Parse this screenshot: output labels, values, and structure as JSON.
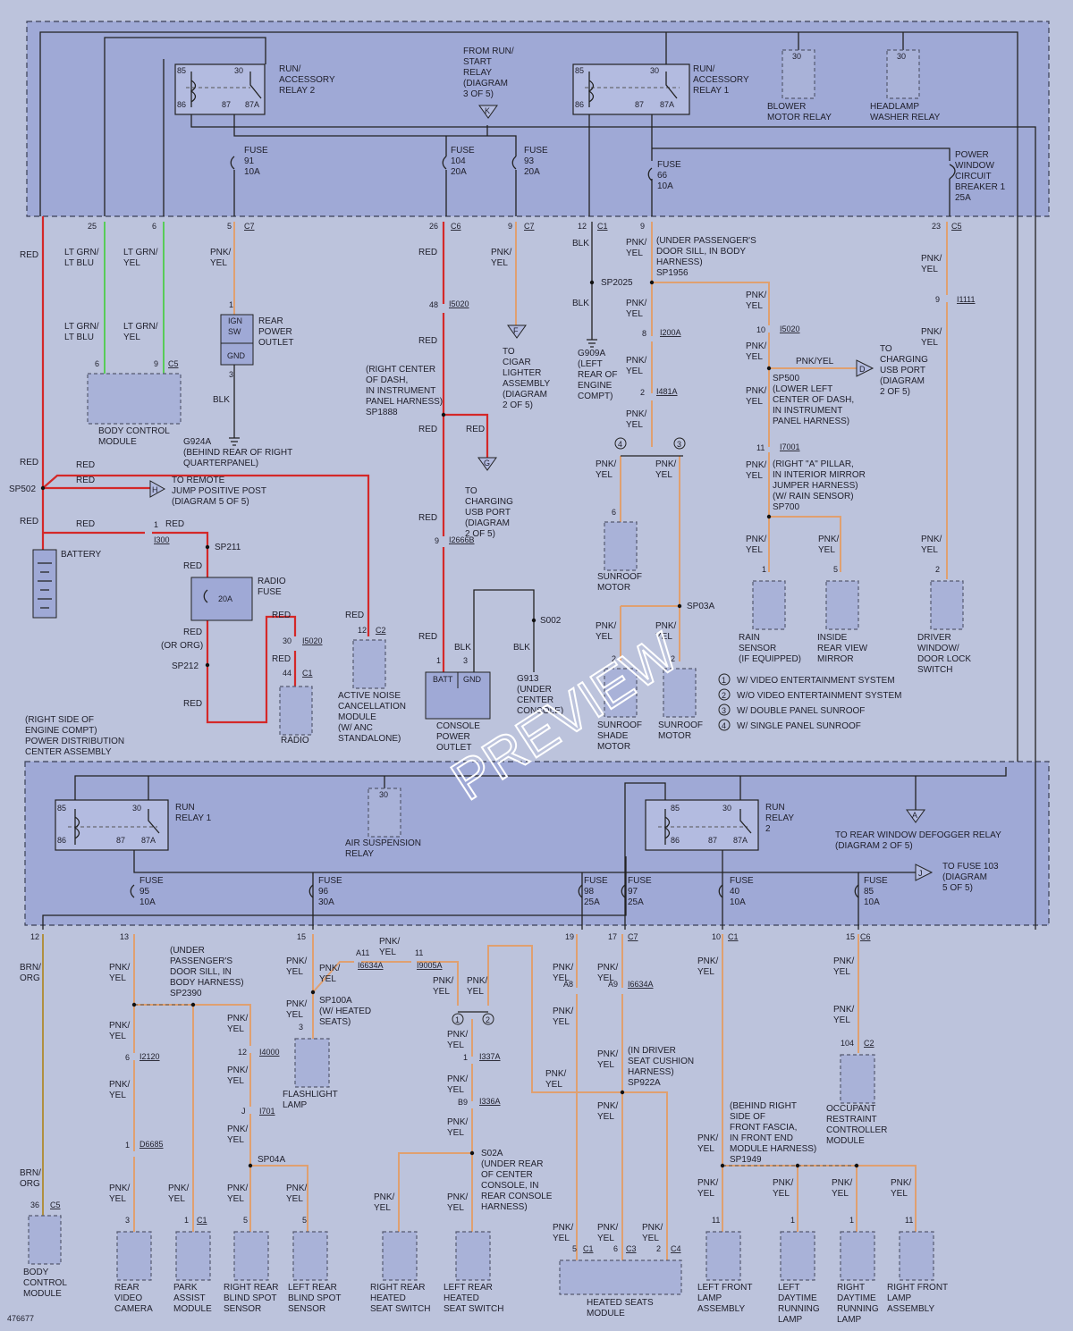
{
  "diagram_id": "476677",
  "watermark": "PREVIEW",
  "top_panel": {
    "relay2": {
      "label": "RUN/\nACCESSORY\nRELAY 2",
      "pins": [
        "85",
        "30",
        "86",
        "87",
        "87A"
      ]
    },
    "relay1": {
      "label": "RUN/\nACCESSORY\nRELAY 1",
      "pins": [
        "85",
        "30",
        "86",
        "87",
        "87A"
      ]
    },
    "from_run_start": "FROM RUN/\nSTART\nRELAY\n(DIAGRAM\n3 OF 5)",
    "from_run_start_flag": "K",
    "blower": {
      "pin": "30",
      "label": "BLOWER\nMOTOR RELAY"
    },
    "headlamp": {
      "pin": "30",
      "label": "HEADLAMP\nWASHER RELAY"
    },
    "fuse91": "FUSE\n91\n10A",
    "fuse104": "FUSE\n104\n20A",
    "fuse93": "FUSE\n93\n20A",
    "fuse66": "FUSE\n66\n10A",
    "breaker": "POWER\nWINDOW\nCIRCUIT\nBREAKER 1\n25A"
  },
  "connectors_top": [
    {
      "pin": "25",
      "conn": ""
    },
    {
      "pin": "6",
      "conn": ""
    },
    {
      "pin": "5",
      "conn": "C7"
    },
    {
      "pin": "26",
      "conn": "C6"
    },
    {
      "pin": "9",
      "conn": "C7"
    },
    {
      "pin": "12",
      "conn": "C1"
    },
    {
      "pin": "9",
      "conn": ""
    },
    {
      "pin": "23",
      "conn": "C5"
    }
  ],
  "middle": {
    "red_top": "RED",
    "ltgrn_ltblu": "LT GRN/\nLT BLU",
    "ltgrn_yel": "LT GRN/\nYEL",
    "pnk_yel": "PNK/\nYEL",
    "red": "RED",
    "blk": "BLK",
    "rear_power_outlet": "REAR\nPOWER\nOUTLET",
    "ign_sw": "IGN\nSW",
    "gnd": "GND",
    "pin1": "1",
    "pin3": "3",
    "g924a": "G924A\n(BEHIND REAR OF RIGHT\nQUARTERPANEL)",
    "bcm_pins": [
      "6",
      "9",
      "C5"
    ],
    "bcm_label": "BODY CONTROL\nMODULE",
    "sp502": "SP502",
    "to_remote": "TO REMOTE\nJUMP POSITIVE POST\n(DIAGRAM 5 OF 5)",
    "to_remote_flag": "H",
    "battery": "BATTERY",
    "i300": "I300",
    "sp211": "SP211",
    "radio_fuse": "RADIO\nFUSE",
    "radio_fuse_val": "20A",
    "or_org": "(OR ORG)",
    "sp212": "SP212",
    "i5020_radio": "I5020",
    "radio_pin30": "30",
    "radio_pin44": "44",
    "radio_c1": "C1",
    "radio": "RADIO",
    "anc_pin": "12",
    "anc_conn": "C2",
    "anc_label": "ACTIVE NOISE\nCANCELLATION\nMODULE\n(W/ ANC\nSTANDALONE)",
    "pdc_label": "(RIGHT SIDE OF\nENGINE COMPT)\nPOWER DISTRIBUTION\nCENTER ASSEMBLY",
    "i5020_48": "48",
    "i5020": "I5020",
    "sp1888": "(RIGHT CENTER\nOF DASH,\nIN INSTRUMENT\nPANEL HARNESS)\nSP1888",
    "to_usb_g": "TO\nCHARGING\nUSB PORT\n(DIAGRAM\n2 OF 5)",
    "flag_g": "G",
    "i2666b_pin": "9",
    "i2666b": "I2666B",
    "to_cigar": "TO\nCIGAR\nLIGHTER\nASSEMBLY\n(DIAGRAM\n2 OF 5)",
    "flag_f": "F",
    "s002": "S002",
    "g913": "G913\n(UNDER\nCENTER\nCONSOLE)",
    "console_pins": [
      "1",
      "3"
    ],
    "console_batt": "BATT",
    "console_gnd": "GND",
    "console_label": "CONSOLE\nPOWER\nOUTLET",
    "sp2025": "SP2025",
    "g909a": "G909A\n(LEFT\nREAR OF\nENGINE\nCOMPT)",
    "sp1956": "(UNDER PASSENGER'S\nDOOR SILL, IN BODY\nHARNESS)\nSP1956",
    "i200a_pin": "8",
    "i200a": "I200A",
    "i481a_pin": "2",
    "i481a": "I481A",
    "option4": "4",
    "option3": "3",
    "sunroof_motor_pin": "6",
    "sunroof_motor": "SUNROOF\nMOTOR",
    "sp03a": "SP03A",
    "shade_pin": "2",
    "shade_label": "SUNROOF\nSHADE\nMOTOR",
    "sm2_pin": "2",
    "sm2_label": "SUNROOF\nMOTOR",
    "i5020b_pin": "10",
    "i5020b": "I5020",
    "pnk_yel_inline": "PNK/YEL",
    "to_usb_d": "TO\nCHARGING\nUSB PORT\n(DIAGRAM\n2 OF 5)",
    "flag_d": "D",
    "sp500": "SP500\n(LOWER LEFT\nCENTER OF DASH,\nIN INSTRUMENT\nPANEL HARNESS)",
    "i7001_pin": "11",
    "i7001": "I7001",
    "sp700": "(RIGHT \"A\" PILLAR,\nIN INTERIOR MIRROR\nJUMPER HARNESS)\n(W/ RAIN SENSOR)\nSP700",
    "rain_pin": "1",
    "rain_label": "RAIN\nSENSOR\n(IF EQUIPPED)",
    "mirror_pin": "5",
    "mirror_label": "INSIDE\nREAR VIEW\nMIRROR",
    "i1111_pin": "9",
    "i1111": "I1111",
    "driver_pin": "2",
    "driver_label": "DRIVER\nWINDOW/\nDOOR LOCK\nSWITCH",
    "legend": [
      {
        "n": "1",
        "text": "W/ VIDEO ENTERTAINMENT SYSTEM"
      },
      {
        "n": "2",
        "text": "W/O VIDEO ENTERTAINMENT SYSTEM"
      },
      {
        "n": "3",
        "text": "W/ DOUBLE PANEL SUNROOF"
      },
      {
        "n": "4",
        "text": "W/ SINGLE PANEL SUNROOF"
      }
    ]
  },
  "bottom_panel": {
    "run_relay1": "RUN\nRELAY 1",
    "run_relay2": "RUN\nRELAY\n2",
    "air_susp_pin": "30",
    "air_susp": "AIR SUSPENSION\nRELAY",
    "to_defog": "TO REAR WINDOW DEFOGGER RELAY\n(DIAGRAM 2 OF 5)",
    "flag_a": "A",
    "to_fuse103": "TO FUSE 103\n(DIAGRAM\n5 OF 5)",
    "flag_j": "J",
    "fuse95": "FUSE\n95\n10A",
    "fuse96": "FUSE\n96\n30A",
    "fuse98": "FUSE\n98\n25A",
    "fuse97": "FUSE\n97\n25A",
    "fuse40": "FUSE\n40\n10A",
    "fuse85": "FUSE\n85\n10A"
  },
  "connectors_bottom": [
    {
      "pin": "12",
      "conn": ""
    },
    {
      "pin": "13",
      "conn": ""
    },
    {
      "pin": "15",
      "conn": ""
    },
    {
      "pin": "19",
      "conn": ""
    },
    {
      "pin": "17",
      "conn": "C7"
    },
    {
      "pin": "10",
      "conn": "C1"
    },
    {
      "pin": "15",
      "conn": "C6"
    }
  ],
  "lower": {
    "brn_org": "BRN/\nORG",
    "bcm2_pin": "36",
    "bcm2_conn": "C5",
    "bcm2_label": "BODY\nCONTROL\nMODULE",
    "sp2390": "(UNDER\nPASSENGER'S\nDOOR SILL, IN\nBODY HARNESS)\nSP2390",
    "i2120_pin": "6",
    "i2120": "I2120",
    "d6685_pin": "1",
    "d6685": "D6685",
    "cam_pin": "3",
    "cam_label": "REAR\nVIDEO\nCAMERA",
    "park_pin": "1",
    "park_conn": "C1",
    "park_label": "PARK\nASSIST\nMODULE",
    "i4000_pin": "12",
    "i4000": "I4000",
    "i701_pin": "J",
    "i701": "I701",
    "sp04a": "SP04A",
    "rbs_pin": "5",
    "rbs_label": "RIGHT REAR\nBLIND SPOT\nSENSOR",
    "lbs_pin": "5",
    "lbs_label": "LEFT REAR\nBLIND SPOT\nSENSOR",
    "a11": "A11",
    "i6634a": "I6634A",
    "pin11": "11",
    "i9005a": "I9005A",
    "sp100a": "SP100A\n(W/ HEATED\nSEATS)",
    "flash_pin": "3",
    "flash_label": "FLASHLIGHT\nLAMP",
    "opt1": "1",
    "opt2": "2",
    "i337a_pin": "1",
    "i337a": "I337A",
    "i336a_pin": "B9",
    "i336a": "I336A",
    "s02a": "S02A\n(UNDER REAR\nOF CENTER\nCONSOLE, IN\nREAR CONSOLE\nHARNESS)",
    "rhs_label": "RIGHT REAR\nHEATED\nSEAT SWITCH",
    "lhs_label": "LEFT REAR\nHEATED\nSEAT SWITCH",
    "a8": "A8",
    "a9": "A9",
    "i6634a_2": "I6634A",
    "sp922a": "(IN DRIVER\nSEAT CUSHION\nHARNESS)\nSP922A",
    "hs_pins": [
      {
        "p": "5",
        "c": "C1"
      },
      {
        "p": "6",
        "c": "C3"
      },
      {
        "p": "2",
        "c": "C4"
      }
    ],
    "hs_label": "HEATED SEATS\nMODULE",
    "sp1949": "(BEHIND RIGHT\nSIDE OF\nFRONT FASCIA,\nIN FRONT END\nMODULE HARNESS)\nSP1949",
    "lfl_pin": "11",
    "lfl_label": "LEFT FRONT\nLAMP\nASSEMBLY",
    "ldrl_pin": "1",
    "ldrl_label": "LEFT\nDAYTIME\nRUNNING\nLAMP",
    "rdrl_pin": "1",
    "rdrl_label": "RIGHT\nDAYTIME\nRUNNING\nLAMP",
    "rfl_pin": "11",
    "rfl_label": "RIGHT FRONT\nLAMP\nASSEMBLY",
    "ocm_pin": "104",
    "ocm_conn": "C2",
    "ocm_label": "OCCUPANT\nRESTRAINT\nCONTROLLER\nMODULE"
  },
  "colors": {
    "pnk_yel": "#e0a070",
    "red": "#d42828",
    "grn": "#58cc58",
    "brn": "#b09040"
  }
}
